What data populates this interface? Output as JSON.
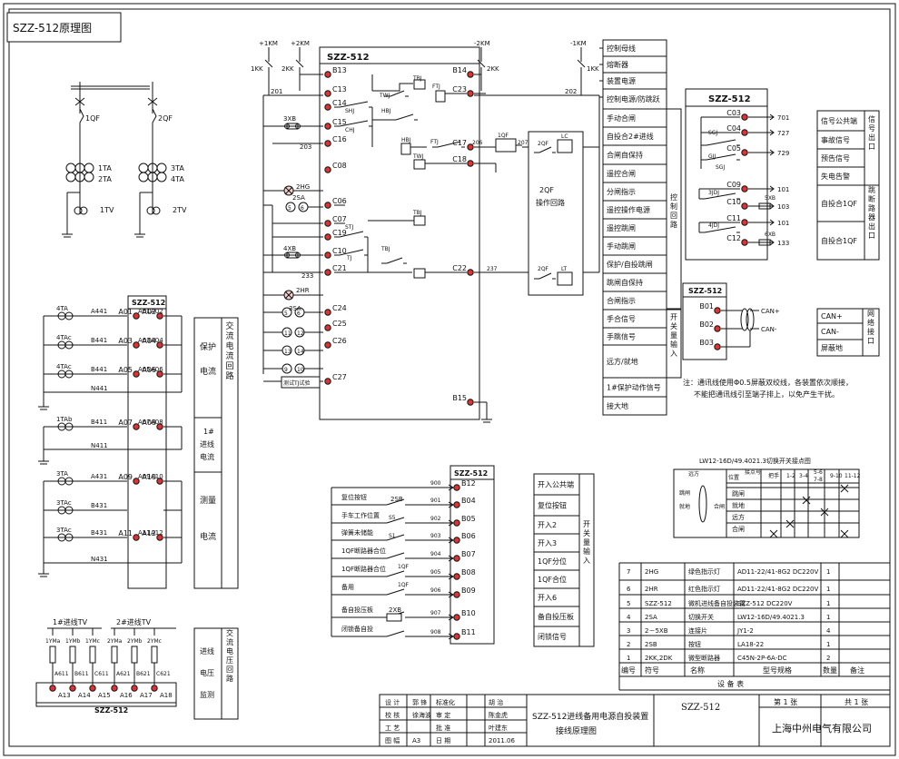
{
  "title_tag": "SZZ-512原理图",
  "device": {
    "title": "SZZ-512",
    "terminals": [
      "B13",
      "C13",
      "C14",
      "C15",
      "C16",
      "C08",
      "C06",
      "C07",
      "C19",
      "C10",
      "C21",
      "C24",
      "C25",
      "C26",
      "C27",
      "B14",
      "C23",
      "C17",
      "C18",
      "C22",
      "B15"
    ],
    "inner_labels": [
      "TBJ",
      "TWJ",
      "FTJ",
      "HBJ",
      "SHJ",
      "CHJ",
      "HBJ",
      "FTJ",
      "TWJ",
      "STJ",
      "TJ",
      "TBJ",
      "TBJ"
    ]
  },
  "power": {
    "p1km": "+1KM",
    "p2km": "+2KM",
    "n2km": "-2KM",
    "n1km": "-1KM",
    "k1": "1KK",
    "k2": "2KK",
    "k3": "2KK",
    "k4": "1KK",
    "n201": "201",
    "n202": "202",
    "n203": "203",
    "n233": "233",
    "n237": "237"
  },
  "left_devices": {
    "xb3": "3XB",
    "hg2": "2HG",
    "sa2": "2SA",
    "xb4": "4XB",
    "hr2": "2HR",
    "sa3": "3SA",
    "c5": "5",
    "c6": "6",
    "c11": "11",
    "c12": "12",
    "c13": "13",
    "c14": "14",
    "c9": "9",
    "c10": "10",
    "test": "测试TJ试验"
  },
  "breaker": {
    "qf1": "1QF",
    "qf2": "2QF",
    "lc": "LC",
    "lt": "LT",
    "n206": "206",
    "n207": "207",
    "op": "2QF",
    "op2": "操作回路"
  },
  "ctrl_items": [
    "控制母线",
    "熔断器",
    "装置电源",
    "控制电源/防跳跃",
    "手动合闸",
    "自投合2#进线",
    "合闸自保持",
    "遥控合闸",
    "分闸指示",
    "遥控操作电源",
    "遥控跳闸",
    "手动跳闸",
    "保护/自投跳闸",
    "跳闸自保持",
    "合闸指示",
    "手合信号",
    "手跳信号",
    "远方/就地",
    "1#保护动作信号",
    "接大地"
  ],
  "ctrl_side": {
    "a": "控制回路",
    "b": "开关量输入"
  },
  "signal": {
    "title": "SZZ-512",
    "terms": [
      "C03",
      "C04",
      "C05",
      "C09",
      "C10",
      "C11",
      "C12"
    ],
    "relays": [
      "SGJ",
      "GJJ",
      "SGJ",
      "3JDJ",
      "4JDJ"
    ],
    "xb5": "5XB",
    "xb6": "6XB",
    "wires": [
      "701",
      "727",
      "729",
      "101",
      "103",
      "101",
      "133"
    ],
    "table": [
      "信号公共端",
      "事故信号",
      "预告信号",
      "失电告警",
      "自投合1QF",
      "自投合1QF"
    ],
    "side1": "信号出口",
    "side2": "跳断路器出口"
  },
  "can": {
    "title": "SZZ-512",
    "terms": [
      "B01",
      "B02",
      "B03"
    ],
    "p": "CAN+",
    "n": "CAN-",
    "table": [
      "CAN+",
      "CAN-",
      "屏蔽地"
    ],
    "side": "网络接口",
    "note1": "注：通讯线使用Φ0.5屏蔽双绞线，各装置依次顺接，",
    "note2": "不能把通讯线引至端子排上，以免产生干扰。"
  },
  "primary": {
    "qf1": "1QF",
    "qf2": "2QF",
    "ta1": "1TA",
    "ta2": "2TA",
    "ta3": "3TA",
    "ta4": "4TA",
    "tv1": "1TV",
    "tv2": "2TV"
  },
  "ct": {
    "title": "SZZ-512",
    "terms": [
      "A01",
      "A02",
      "A03",
      "A04",
      "A05",
      "A06",
      "A07",
      "A08",
      "A09",
      "A10",
      "A11",
      "A12"
    ],
    "wires": [
      "A441",
      "B441",
      "B441",
      "N441",
      "B411",
      "N411",
      "A431",
      "B431",
      "B431",
      "N431"
    ],
    "cts": [
      "4TA",
      "4TAc",
      "4TAc",
      "1TAb",
      "3TA",
      "3TAc",
      "3TAc"
    ],
    "labels": [
      "保护",
      "电流",
      "1#",
      "进线",
      "电流",
      "测量",
      "电流"
    ],
    "side": "交流电流回路"
  },
  "vt": {
    "v1": "1#进线TV",
    "v2": "2#进线TV",
    "fuses": [
      "1YMa",
      "1YMb",
      "1YMc",
      "2YMa",
      "2YMb",
      "2YMc"
    ],
    "wires": [
      "A611",
      "B611",
      "C611",
      "A621",
      "B621",
      "C621"
    ],
    "terms": [
      "A13",
      "A14",
      "A15",
      "A16",
      "A17",
      "A18"
    ],
    "title": "SZZ-512",
    "labels": [
      "进线",
      "电压",
      "监测"
    ],
    "side": "交流电压回路"
  },
  "bin": {
    "title": "SZZ-512",
    "wires": [
      "900",
      "901",
      "902",
      "903",
      "904",
      "905",
      "906",
      "907",
      "908"
    ],
    "terms": [
      "B12",
      "B04",
      "B05",
      "B06",
      "B07",
      "B08",
      "B09",
      "B10",
      "B11"
    ],
    "labels": [
      "复位按钮",
      "手车工作位置",
      "弹簧未储能",
      "1QF断路器合位",
      "1QF断路器合位",
      "备用",
      "备自投压板",
      "闭锁备自投"
    ],
    "sw": {
      "sb2": "2SB",
      "s5": "S5",
      "s1": "S1",
      "qf1": "1QF",
      "qf2": "1QF",
      "xb2": "2XB"
    },
    "table": [
      "开入公共端",
      "复位按钮",
      "开入2",
      "开入3",
      "1QF分位",
      "1QF合位",
      "开入6",
      "备自投压板",
      "闭锁信号"
    ],
    "side": "开关量输入"
  },
  "sw_table": {
    "title": "LW12-16D/49.4021.3切换开关接点图",
    "header": [
      "位置",
      "接点号",
      "把手",
      "1-2",
      "3-4",
      "5-6",
      "7-8",
      "9-10",
      "11-12"
    ],
    "rows": [
      "跳闸",
      "就地",
      "远方",
      "合闸"
    ],
    "left": [
      "跳闸",
      "就地",
      "远方",
      "合闸"
    ]
  },
  "equipment": {
    "rows": [
      [
        "7",
        "2HG",
        "绿色指示灯",
        "AD11-22/41-8G2  DC220V",
        "1",
        ""
      ],
      [
        "6",
        "2HR",
        "红色指示灯",
        "AD11-22/41-8G2  DC220V",
        "1",
        ""
      ],
      [
        "5",
        "SZZ-512",
        "微机进线备自投装置",
        "SZZ-512  DC220V",
        "1",
        ""
      ],
      [
        "4",
        "2SA",
        "切换开关",
        "LW12-16D/49.4021.3",
        "1",
        ""
      ],
      [
        "3",
        "2－5XB",
        "连接片",
        "JY1-2",
        "4",
        ""
      ],
      [
        "2",
        "2SB",
        "按钮",
        "LA18-22",
        "1",
        ""
      ],
      [
        "1",
        "2KK,2DK",
        "微型断路器",
        "C45N-2P-6A-DC",
        "2",
        ""
      ]
    ],
    "header": [
      "编号",
      "符号",
      "名称",
      "型号规格",
      "数量",
      "备注"
    ],
    "caption": "设  备  表"
  },
  "title_block": {
    "r1": [
      "设 计",
      "郭 锋",
      "标准化",
      "胡 治"
    ],
    "r2": [
      "校 核",
      "徐海波",
      "审 定",
      "陈金虎"
    ],
    "r3": [
      "工 艺",
      "",
      "批 准",
      "叶建东"
    ],
    "r4": [
      "图 幅",
      "A3",
      "日 期",
      "2011.06"
    ],
    "drawing": "SZZ-512进线备用电源自投装置",
    "drawing2": "接线原理图",
    "code": "SZZ-512",
    "sheet": "第 1 张",
    "total": "共 1 张",
    "company": "上海中州电气有限公司"
  }
}
